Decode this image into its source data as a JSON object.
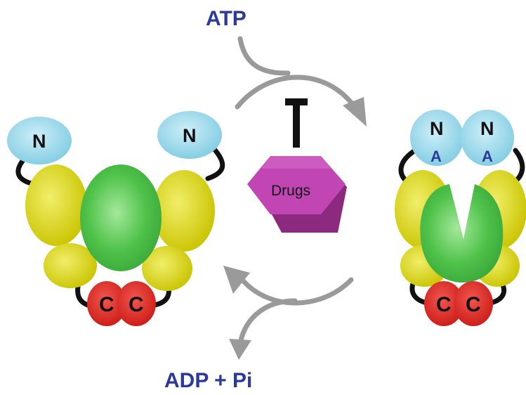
{
  "diagram": {
    "input_label": "ATP",
    "output_label": "ADP + Pi",
    "drug_label": "Drugs",
    "left_state": {
      "n_left": "N",
      "n_right": "N",
      "c_left": "C",
      "c_right": "C"
    },
    "right_state": {
      "n_left": "N",
      "n_right": "N",
      "a_left": "A",
      "a_right": "A",
      "c_left": "C",
      "c_right": "C"
    }
  },
  "colors": {
    "n_domain": "#8fd6ea",
    "middle_domain": "#d8d300",
    "core_domain": "#4fc24a",
    "c_domain": "#e0231e",
    "drug_hexagon": "#b43aa6",
    "arrow": "#9a9a9a",
    "label_text": "#2b3a9a"
  }
}
